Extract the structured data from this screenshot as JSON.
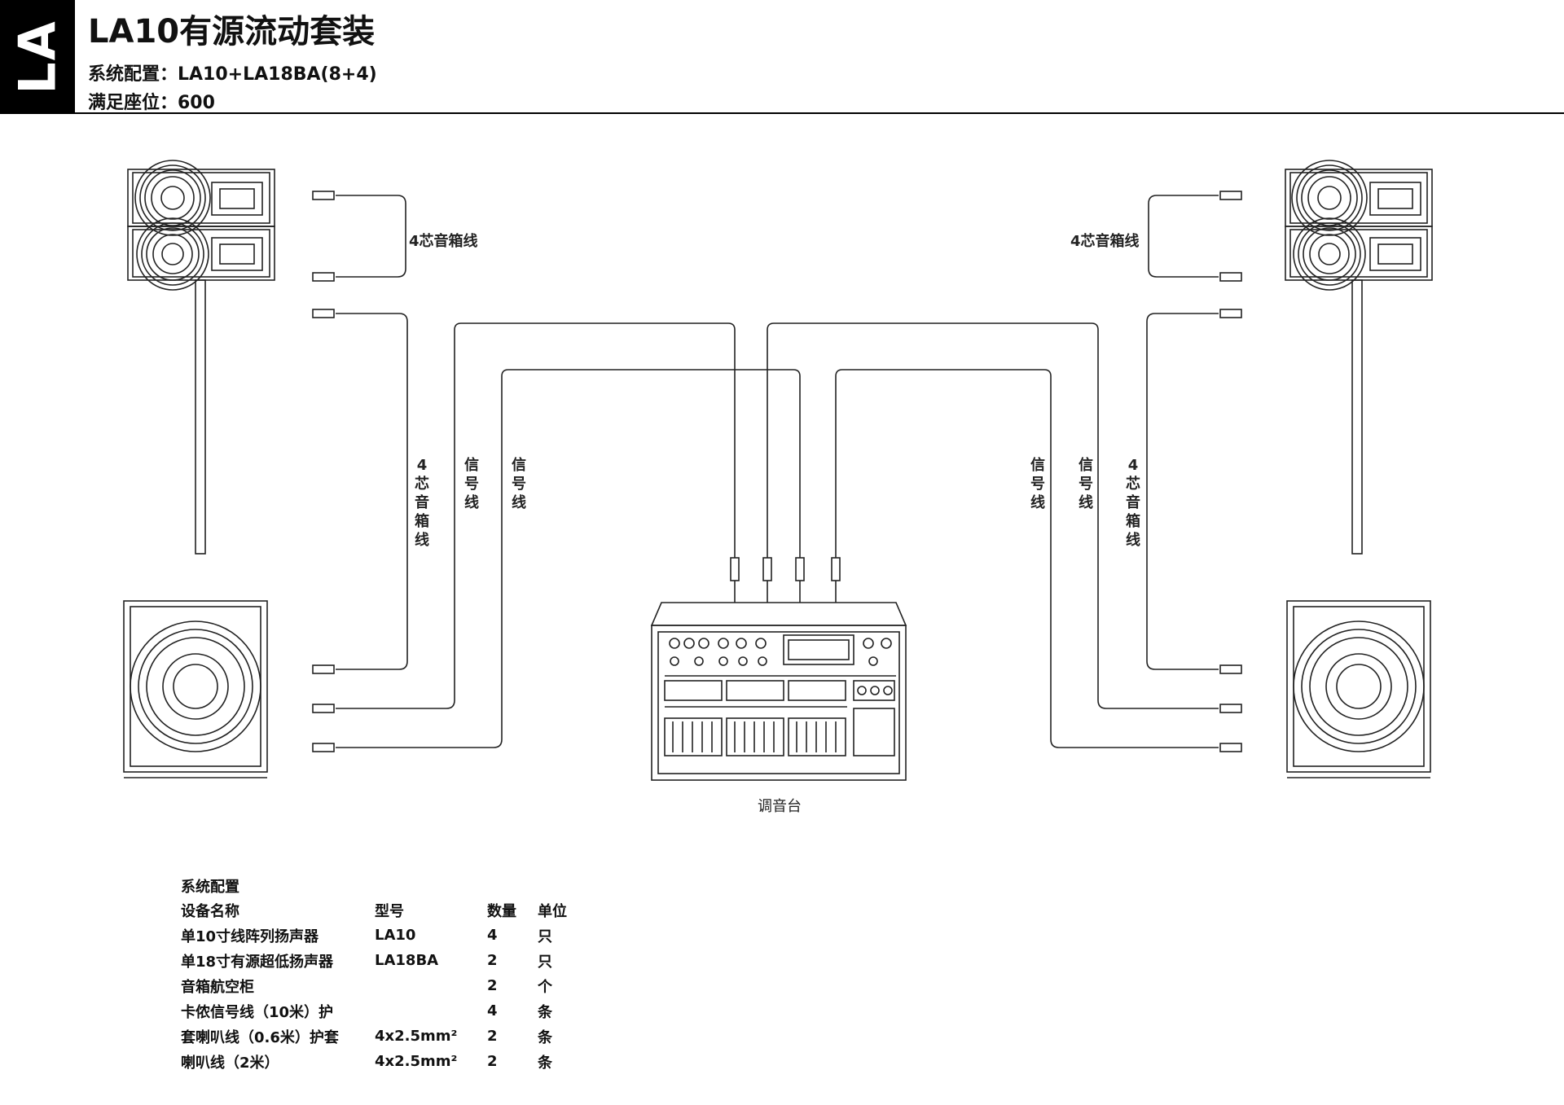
{
  "header": {
    "logo": "LA",
    "title": "LA10有源流动套装",
    "system_config": "系统配置：LA10+LA18BA(8+4)",
    "seats": "满足座位：600"
  },
  "diagram": {
    "cable_4core": "4芯音箱线",
    "cable_4core_vertical": "4芯音箱线",
    "signal_cable": "信号线",
    "console_label": "调音台"
  },
  "config": {
    "title": "系统配置",
    "headers": [
      "设备名称",
      "型号",
      "数量",
      "单位"
    ],
    "rows": [
      [
        "单10寸线阵列扬声器",
        "LA10",
        "4",
        "只"
      ],
      [
        "单18寸有源超低扬声器",
        "LA18BA",
        "2",
        "只"
      ],
      [
        "音箱航空柜",
        "",
        "2",
        "个"
      ],
      [
        "卡侬信号线（10米）护",
        "",
        "4",
        "条"
      ],
      [
        "套喇叭线（0.6米）护套",
        "4x2.5mm²",
        "2",
        "条"
      ],
      [
        "喇叭线（2米）",
        "4x2.5mm²",
        "2",
        "条"
      ]
    ]
  }
}
